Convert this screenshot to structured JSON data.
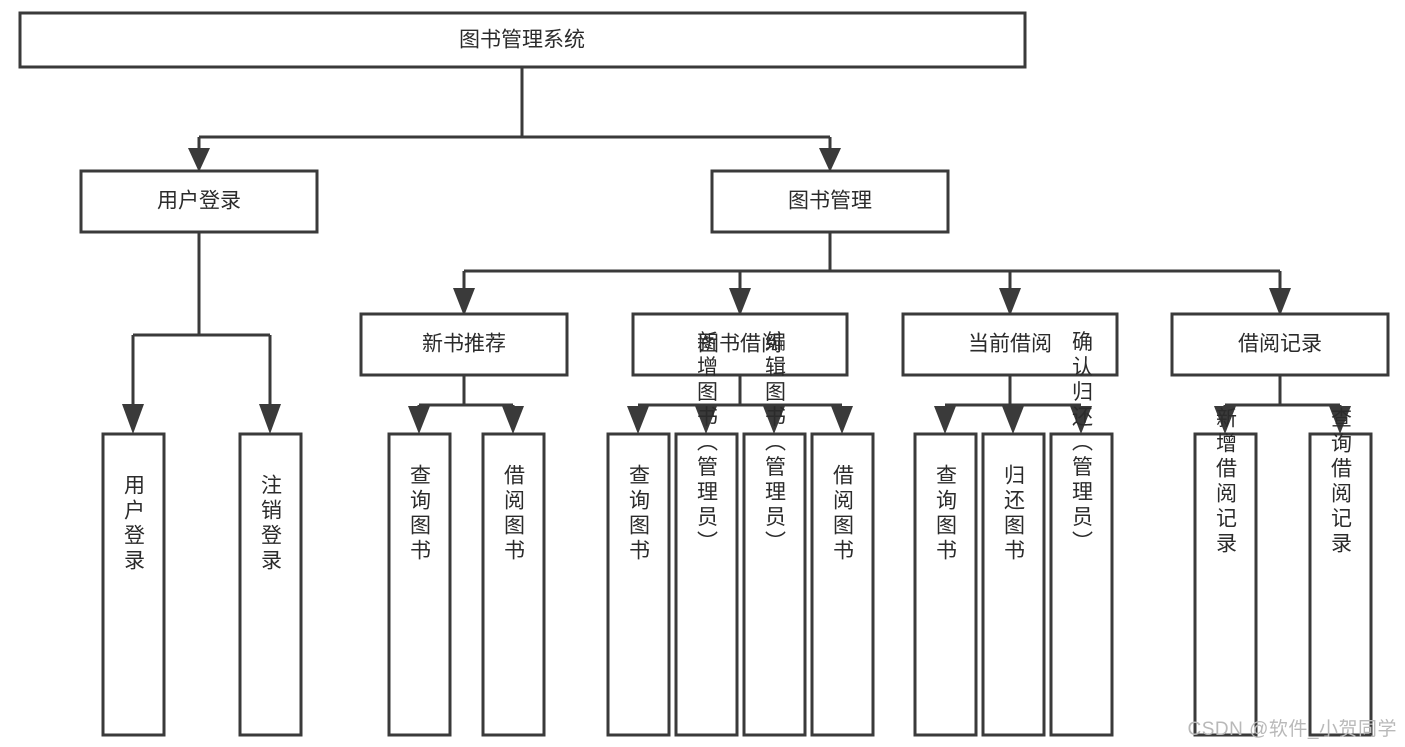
{
  "diagram": {
    "type": "tree-hierarchy-chart",
    "title": "图书管理系统",
    "watermark": "CSDN @软件_小贺同学",
    "colors": {
      "background": "#ffffff",
      "stroke": "#3a3a3a",
      "fill": "#ffffff",
      "text": "#2b2b2b",
      "watermark": "#b9b9b9"
    },
    "nodes": {
      "root": {
        "label": "图书管理系统"
      },
      "level1": [
        {
          "id": "user-login",
          "label": "用户登录"
        },
        {
          "id": "book-management",
          "label": "图书管理"
        }
      ],
      "level2": [
        {
          "id": "new-book-recommend",
          "label": "新书推荐"
        },
        {
          "id": "book-borrow",
          "label": "图书借阅"
        },
        {
          "id": "current-borrow",
          "label": "当前借阅"
        },
        {
          "id": "borrow-record",
          "label": "借阅记录"
        }
      ],
      "leaves": {
        "user-login": [
          {
            "id": "leaf-user-login",
            "label": "用户登录"
          },
          {
            "id": "leaf-logout-login",
            "label": "注销登录"
          }
        ],
        "new-book-recommend": [
          {
            "id": "leaf-query-book-1",
            "label": "查询图书"
          },
          {
            "id": "leaf-borrow-book-1",
            "label": "借阅图书"
          }
        ],
        "book-borrow": [
          {
            "id": "leaf-query-book-2",
            "label": "查询图书"
          },
          {
            "id": "leaf-add-book",
            "label": "新增图书（管理员）"
          },
          {
            "id": "leaf-edit-book",
            "label": "编辑图书（管理员）"
          },
          {
            "id": "leaf-borrow-book-2",
            "label": "借阅图书"
          }
        ],
        "current-borrow": [
          {
            "id": "leaf-query-book-3",
            "label": "查询图书"
          },
          {
            "id": "leaf-return-book",
            "label": "归还图书"
          },
          {
            "id": "leaf-confirm-return",
            "label": "确认归还（管理员）"
          }
        ],
        "borrow-record": [
          {
            "id": "leaf-add-record",
            "label": "新增借阅记录"
          },
          {
            "id": "leaf-query-record",
            "label": "查询借阅记录"
          }
        ]
      }
    }
  }
}
